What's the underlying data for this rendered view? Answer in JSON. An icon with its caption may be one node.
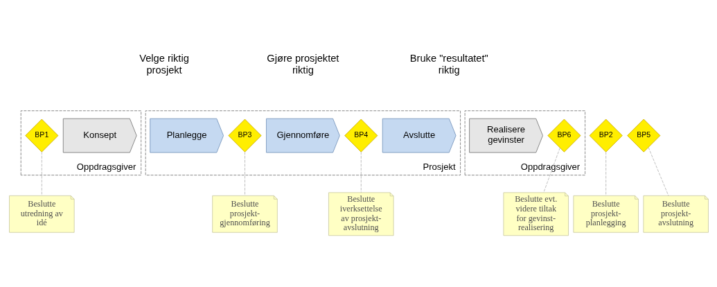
{
  "diagram": {
    "nodes": [
      {
        "text": [
          "Oppdragsgiver"
        ]
      },
      {
        "text": [
          "BP1"
        ],
        "in": 0
      },
      {
        "text": [
          "Konsept"
        ],
        "in": 0
      },
      {
        "text": [
          "BP2"
        ]
      },
      {
        "text": [
          "Prosjekt"
        ]
      },
      {
        "text": [
          "Planlegge"
        ],
        "in": 4
      },
      {
        "text": [
          "BP3"
        ],
        "in": 4
      },
      {
        "text": [
          "Gjennomføre"
        ],
        "in": 4
      },
      {
        "text": [
          "BP4"
        ],
        "in": 4
      },
      {
        "text": [
          "Avslutte"
        ],
        "in": 4
      },
      {
        "text": [
          "BP5"
        ]
      },
      {
        "text": [
          "Oppdragsgiver"
        ]
      },
      {
        "text": [
          "Realisere gevinster"
        ],
        "in": 11
      },
      {
        "text": [
          "BP6"
        ],
        "in": 11
      },
      {
        "text": [
          "Beslutte utredning av idé"
        ]
      },
      {
        "text": [
          "Beslutte prosjekt- planlegging"
        ]
      },
      {
        "text": [
          "Beslutte prosjekt- gjennomføring"
        ]
      },
      {
        "text": [
          "Beslutte iverksettelse av prosjekt- avslutning"
        ]
      },
      {
        "text": [
          "Beslutte prosjekt- avslutning"
        ]
      },
      {
        "text": [
          "Beslutte evt. videre tiltak for gevinst- realisering"
        ]
      }
    ],
    "edges": [
      {
        "from": 1,
        "to": 14,
        "arrow": "none",
        "style": "dashed"
      },
      {
        "from": 3,
        "to": 15,
        "arrow": "none",
        "style": "dashed"
      },
      {
        "from": 6,
        "to": 16,
        "arrow": "none",
        "style": "dashed"
      },
      {
        "from": 8,
        "to": 17,
        "arrow": "none",
        "style": "dashed"
      },
      {
        "from": 10,
        "to": 18,
        "arrow": "none",
        "style": "dashed"
      },
      {
        "from": 13,
        "to": 19,
        "arrow": "none",
        "style": "dashed"
      }
    ],
    "labels": [
      "Velge riktig prosjekt",
      "Gjøre prosjektet riktig",
      "Bruke \"resultatet\" riktig"
    ]
  }
}
